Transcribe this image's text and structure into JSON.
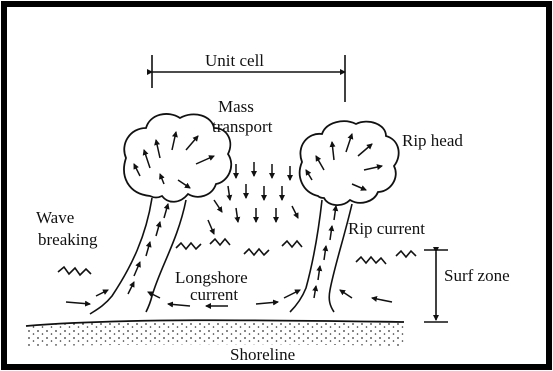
{
  "labels": {
    "unit_cell": "Unit cell",
    "mass_transport_line1": "Mass",
    "mass_transport_line2": "transport",
    "rip_head": "Rip head",
    "wave_breaking_line1": "Wave",
    "wave_breaking_line2": "breaking",
    "rip_current": "Rip current",
    "longshore_current_line1": "Longshore",
    "longshore_current_line2": "current",
    "surf_zone": "Surf zone",
    "shoreline": "Shoreline"
  }
}
